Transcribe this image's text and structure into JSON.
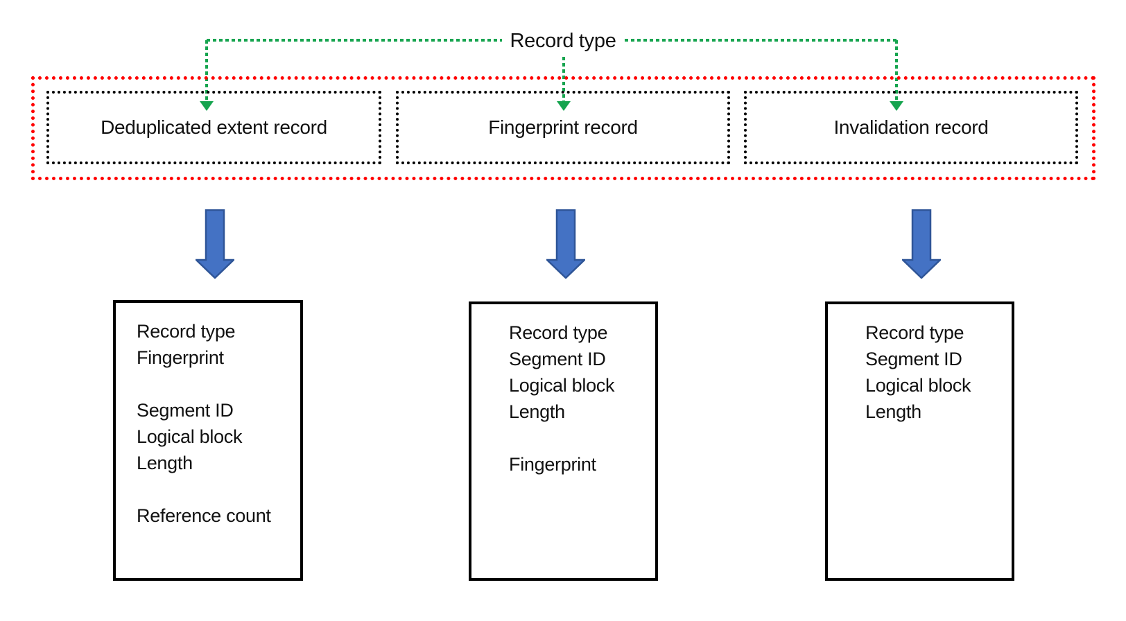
{
  "diagram": {
    "annotation": {
      "label": "Record type"
    },
    "record_types": [
      {
        "label": "Deduplicated extent record"
      },
      {
        "label": "Fingerprint record"
      },
      {
        "label": "Invalidation record"
      }
    ],
    "detail_boxes": [
      {
        "fields": [
          "Record type",
          "Fingerprint",
          "",
          "Segment ID",
          "Logical block",
          "Length",
          "",
          "Reference count"
        ]
      },
      {
        "fields": [
          "Record type",
          "Segment ID",
          "Logical block",
          "Length",
          "",
          "Fingerprint"
        ]
      },
      {
        "fields": [
          "Record type",
          "Segment ID",
          "Logical block",
          "Length"
        ]
      }
    ],
    "colors": {
      "connector_green": "#16A44F",
      "group_outline_red": "#FF0000",
      "arrow_fill_blue": "#4472C4",
      "arrow_stroke_blue": "#2F5597",
      "box_border_black": "#000000"
    }
  }
}
